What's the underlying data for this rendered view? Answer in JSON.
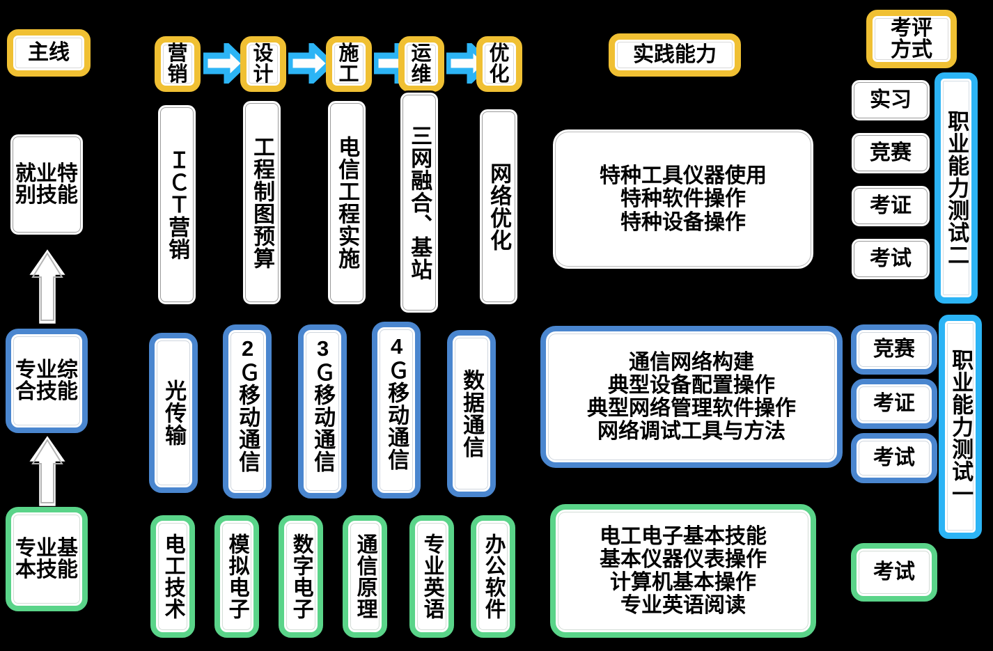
{
  "colors": {
    "gold": "#f0c033",
    "blue": "#4a86cf",
    "green": "#5ad489",
    "cyan": "#2cb4f5",
    "black": "#000000",
    "background": "#000000"
  },
  "left_column": {
    "header": "主线",
    "levels": [
      {
        "label": "就业特别技能",
        "color": "#000000"
      },
      {
        "label": "专业综合技能",
        "color": "#4a86cf"
      },
      {
        "label": "专业基本技能",
        "color": "#5ad489"
      }
    ],
    "arrows": [
      "up-arrow",
      "up-arrow"
    ]
  },
  "process_row": {
    "steps": [
      "营销",
      "设计",
      "施工",
      "运维",
      "优化"
    ],
    "arrow_icon": "right-arrow-icon"
  },
  "course_rows": [
    {
      "level": "就业特别技能",
      "color": "#000000",
      "courses": [
        "ＩＣＴ营销",
        "工程制图预算",
        "电信工程实施",
        "三网融合、基站",
        "网络优化"
      ]
    },
    {
      "level": "专业综合技能",
      "color": "#4a86cf",
      "courses": [
        "光传输",
        "2Ｇ移动通信",
        "3Ｇ移动通信",
        "4Ｇ移动通信",
        "数据通信"
      ]
    },
    {
      "level": "专业基本技能",
      "color": "#5ad489",
      "courses": [
        "电工技术",
        "模拟电子",
        "数字电子",
        "通信原理",
        "专业英语",
        "办公软件"
      ]
    }
  ],
  "practice": {
    "header": "实践能力",
    "panels": [
      {
        "color": "#000000",
        "lines": [
          "特种工具仪器使用",
          "特种软件操作",
          "特种设备操作"
        ]
      },
      {
        "color": "#4a86cf",
        "lines": [
          "通信网络构建",
          "典型设备配置操作",
          "典型网络管理软件操作",
          "网络调试工具与方法"
        ]
      },
      {
        "color": "#5ad489",
        "lines": [
          "电工电子基本技能",
          "基本仪器仪表操作",
          "计算机基本操作",
          "专业英语阅读"
        ]
      }
    ]
  },
  "assessment": {
    "header": "考评方式",
    "groups": [
      {
        "color": "#000000",
        "items": [
          "实习",
          "竞赛",
          "考证",
          "考试"
        ]
      },
      {
        "color": "#4a86cf",
        "items": [
          "竞赛",
          "考证",
          "考试"
        ]
      },
      {
        "color": "#5ad489",
        "items": [
          "考试"
        ]
      }
    ],
    "tests": [
      {
        "label": "职业能力测试二",
        "color": "#2cb4f5"
      },
      {
        "label": "职业能力测试一",
        "color": "#2cb4f5"
      }
    ]
  }
}
